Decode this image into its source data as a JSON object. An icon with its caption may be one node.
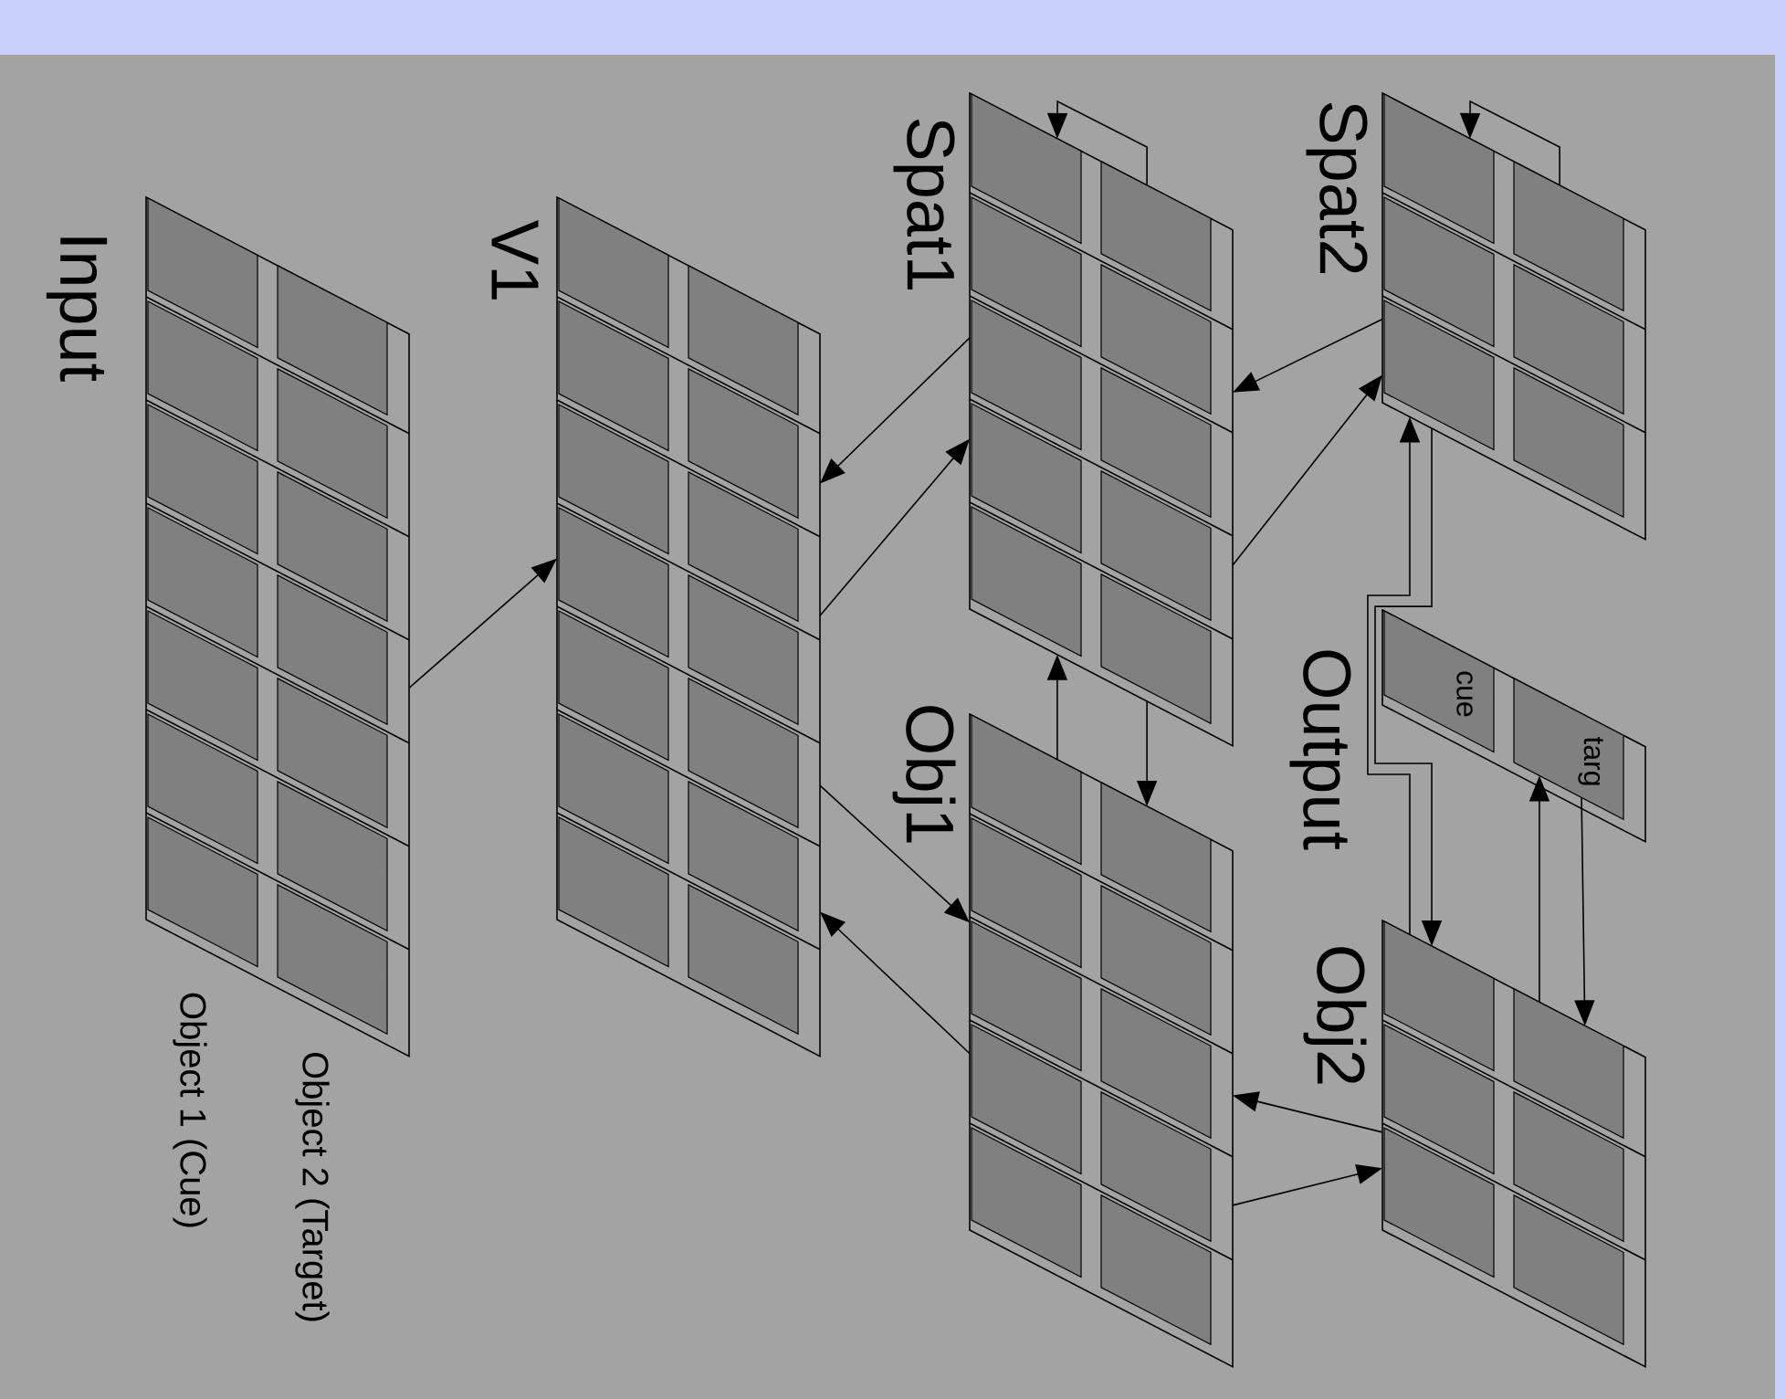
{
  "diagram": {
    "nodes": [
      {
        "text": [
          "Input"
        ],
        "beside": [
          "Object 1 (Cue)",
          "Object 2 (Target)"
        ]
      },
      {
        "text": [
          "V1"
        ]
      },
      {
        "text": [
          "Spat1"
        ]
      },
      {
        "text": [
          "Obj1"
        ]
      },
      {
        "text": [
          "Spat2"
        ]
      },
      {
        "text": [
          "Output"
        ]
      },
      {
        "text": [
          "cue"
        ],
        "in": 5
      },
      {
        "text": [
          "targ"
        ],
        "in": 5
      },
      {
        "text": [
          "Obj2"
        ]
      }
    ],
    "edges": [
      {
        "from": 0,
        "to": 1,
        "arrow": "to"
      },
      {
        "from": 1,
        "to": 2,
        "arrow": "to"
      },
      {
        "from": 2,
        "to": 1,
        "arrow": "to"
      },
      {
        "from": 1,
        "to": 3,
        "arrow": "to"
      },
      {
        "from": 3,
        "to": 1,
        "arrow": "to"
      },
      {
        "from": 2,
        "to": 2,
        "arrow": "to"
      },
      {
        "from": 3,
        "to": 2,
        "arrow": "to"
      },
      {
        "from": 2,
        "to": 3,
        "arrow": "to"
      },
      {
        "from": 4,
        "to": 2,
        "arrow": "to"
      },
      {
        "from": 2,
        "to": 4,
        "arrow": "to"
      },
      {
        "from": 4,
        "to": 4,
        "arrow": "to"
      },
      {
        "from": 8,
        "to": 4,
        "arrow": "to"
      },
      {
        "from": 4,
        "to": 8,
        "arrow": "to"
      },
      {
        "from": 8,
        "to": 7,
        "arrow": "to"
      },
      {
        "from": 7,
        "to": 8,
        "arrow": "to"
      },
      {
        "from": 8,
        "to": 3,
        "arrow": "to"
      },
      {
        "from": 3,
        "to": 8,
        "arrow": "to"
      }
    ]
  }
}
